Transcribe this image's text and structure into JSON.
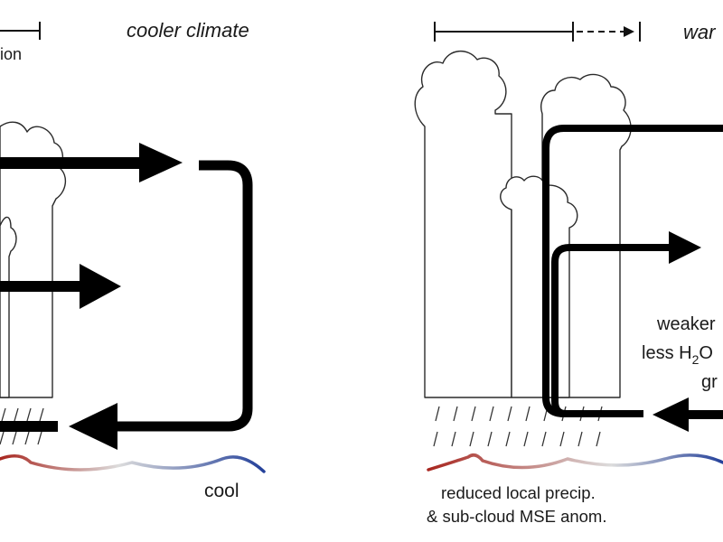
{
  "labels": {
    "left_title": "cooler climate",
    "left_scale_fragment": "ion",
    "left_surface": "cool",
    "right_title_fragment": "war",
    "right_weaker_fragment": "weaker",
    "right_less_prefix": "less H",
    "right_less_sub": "2",
    "right_less_suffix": "O",
    "right_gr_fragment": "gr",
    "right_caption_line1": "reduced local precip.",
    "right_caption_line2": "& sub-cloud MSE anom."
  },
  "colors": {
    "warm": "#a8261f",
    "neutral": "#dcdcdc",
    "cool": "#23409a",
    "cool_text": "#2b4a9c"
  }
}
